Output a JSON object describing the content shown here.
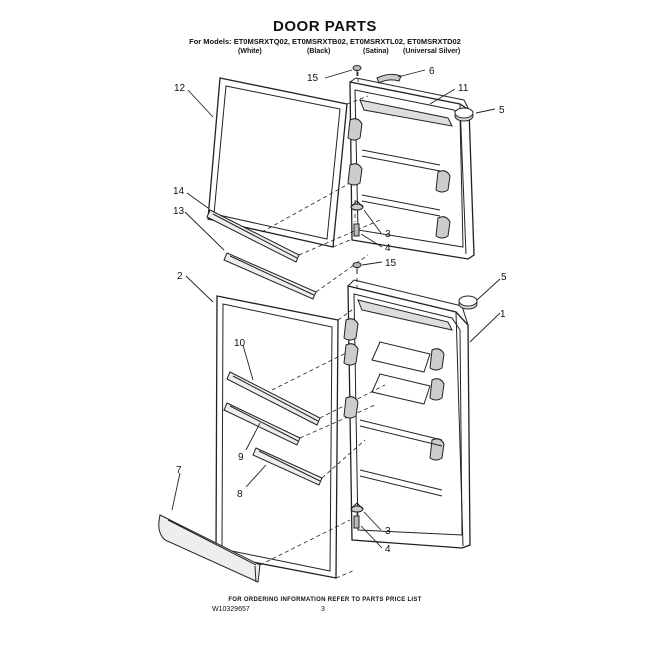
{
  "header": {
    "title": "DOOR PARTS",
    "models": "For Models: ET0MSRXTQ02, ET0MSRXTB02, ET0MSRXTL02, ET0MSRXTD02",
    "finishes": [
      "(White)",
      "(Black)",
      "(Satina)",
      "(Universal Silver)"
    ]
  },
  "callouts": {
    "c1": "1",
    "c2": "2",
    "c3a": "3",
    "c3b": "3",
    "c4a": "4",
    "c4b": "4",
    "c5a": "5",
    "c5b": "5",
    "c6": "6",
    "c7": "7",
    "c8": "8",
    "c9": "9",
    "c10": "10",
    "c11": "11",
    "c12": "12",
    "c13": "13",
    "c14": "14",
    "c15a": "15",
    "c15b": "15"
  },
  "footer": {
    "note": "FOR ORDERING INFORMATION REFER TO PARTS PRICE LIST",
    "doc_number": "W10329657",
    "page_number": "3"
  }
}
